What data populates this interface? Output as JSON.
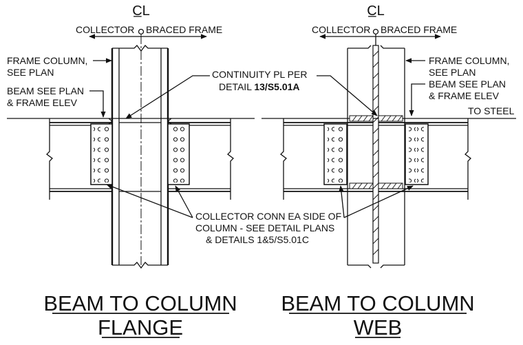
{
  "left_detail": {
    "centerline_symbol": "C̲L",
    "direction_left": "COLLECTOR",
    "direction_right": "BRACED FRAME",
    "note_column_1": "FRAME COLUMN,",
    "note_column_2": "SEE PLAN",
    "note_beam_1": "BEAM SEE PLAN",
    "note_beam_2": "& FRAME ELEV",
    "title_line1": "BEAM TO COLUMN",
    "title_line2": "FLANGE"
  },
  "right_detail": {
    "centerline_symbol": "C̲L",
    "direction_left": "COLLECTOR",
    "direction_right": "BRACED FRAME",
    "note_column_1": "FRAME COLUMN,",
    "note_column_2": "SEE PLAN",
    "note_beam_1": "BEAM SEE PLAN",
    "note_beam_2": "& FRAME ELEV",
    "note_elevation": "TO STEEL",
    "title_line1": "BEAM TO COLUMN",
    "title_line2": "WEB"
  },
  "shared_notes": {
    "continuity_1": "CONTINUITY PL PER",
    "continuity_2_prefix": "DETAIL ",
    "continuity_2_ref": "13/S5.01A",
    "collector_1": "COLLECTOR CONN EA SIDE OF",
    "collector_2": "COLUMN - SEE DETAIL PLANS",
    "collector_3": "& DETAILS 1&5/S5.01C"
  }
}
